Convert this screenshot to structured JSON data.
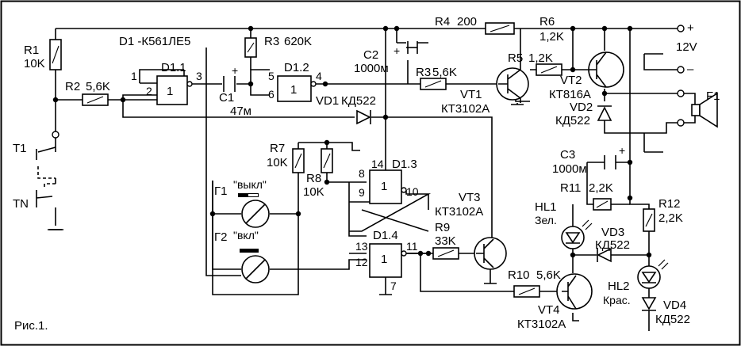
{
  "figure_caption": "Рис.1.",
  "ic_note": "D1 -К561ЛЕ5",
  "supply": {
    "voltage": "12V",
    "plus": "+",
    "minus": "–"
  },
  "resistors": {
    "r1": {
      "ref": "R1",
      "value": "10K"
    },
    "r2": {
      "ref": "R2",
      "value": "5,6K"
    },
    "r3a": {
      "ref": "R3",
      "value": "620K"
    },
    "r3b": {
      "ref": "R3",
      "value": "5,6K"
    },
    "r4": {
      "ref": "R4",
      "value": "200"
    },
    "r5": {
      "ref": "R5",
      "value": "1,2K"
    },
    "r6": {
      "ref": "R6",
      "value": "1,2K"
    },
    "r7": {
      "ref": "R7",
      "value": "10K"
    },
    "r8": {
      "ref": "R8",
      "value": "10K"
    },
    "r9": {
      "ref": "R9",
      "value": "33K"
    },
    "r10": {
      "ref": "R10",
      "value": "5,6K"
    },
    "r11": {
      "ref": "R11",
      "value": "2,2K"
    },
    "r12": {
      "ref": "R12",
      "value": "2,2K"
    }
  },
  "capacitors": {
    "c1": {
      "ref": "C1",
      "value": "47м",
      "polarity": "+"
    },
    "c2": {
      "ref": "C2",
      "value": "1000м",
      "polarity": "+"
    },
    "c3": {
      "ref": "C3",
      "value": "1000м",
      "polarity": "+"
    }
  },
  "gates": {
    "d11": {
      "ref": "D1.1",
      "symbol": "1",
      "pins": [
        "1",
        "2",
        "3"
      ]
    },
    "d12": {
      "ref": "D1.2",
      "symbol": "1",
      "pins": [
        "5",
        "6",
        "4"
      ]
    },
    "d13": {
      "ref": "D1.3",
      "symbol": "1",
      "pins": [
        "8",
        "9",
        "14",
        "10"
      ]
    },
    "d14": {
      "ref": "D1.4",
      "symbol": "1",
      "pins": [
        "13",
        "12",
        "11",
        "7"
      ]
    }
  },
  "transistors": {
    "vt1": {
      "ref": "VT1",
      "type": "КТ3102А"
    },
    "vt2": {
      "ref": "VT2",
      "type": "КТ816А"
    },
    "vt3": {
      "ref": "VT3",
      "type": "КТ3102А"
    },
    "vt4": {
      "ref": "VT4",
      "type": "КТ3102А"
    }
  },
  "diodes": {
    "vd1": {
      "ref": "VD1",
      "type": "КД522"
    },
    "vd2": {
      "ref": "VD2",
      "type": "КД522"
    },
    "vd3": {
      "ref": "VD3",
      "type": "КД522"
    },
    "vd4": {
      "ref": "VD4",
      "type": "КД522"
    }
  },
  "leds": {
    "hl1": {
      "ref": "HL1",
      "color": "Зел."
    },
    "hl2": {
      "ref": "HL2",
      "color": "Крас."
    }
  },
  "sensors": {
    "g1": {
      "ref": "Г1",
      "label": "\"выкл\""
    },
    "g2": {
      "ref": "Г2",
      "label": "\"вкл\""
    }
  },
  "switches": {
    "t1": "T1",
    "tn": "TN"
  },
  "load": "F1"
}
